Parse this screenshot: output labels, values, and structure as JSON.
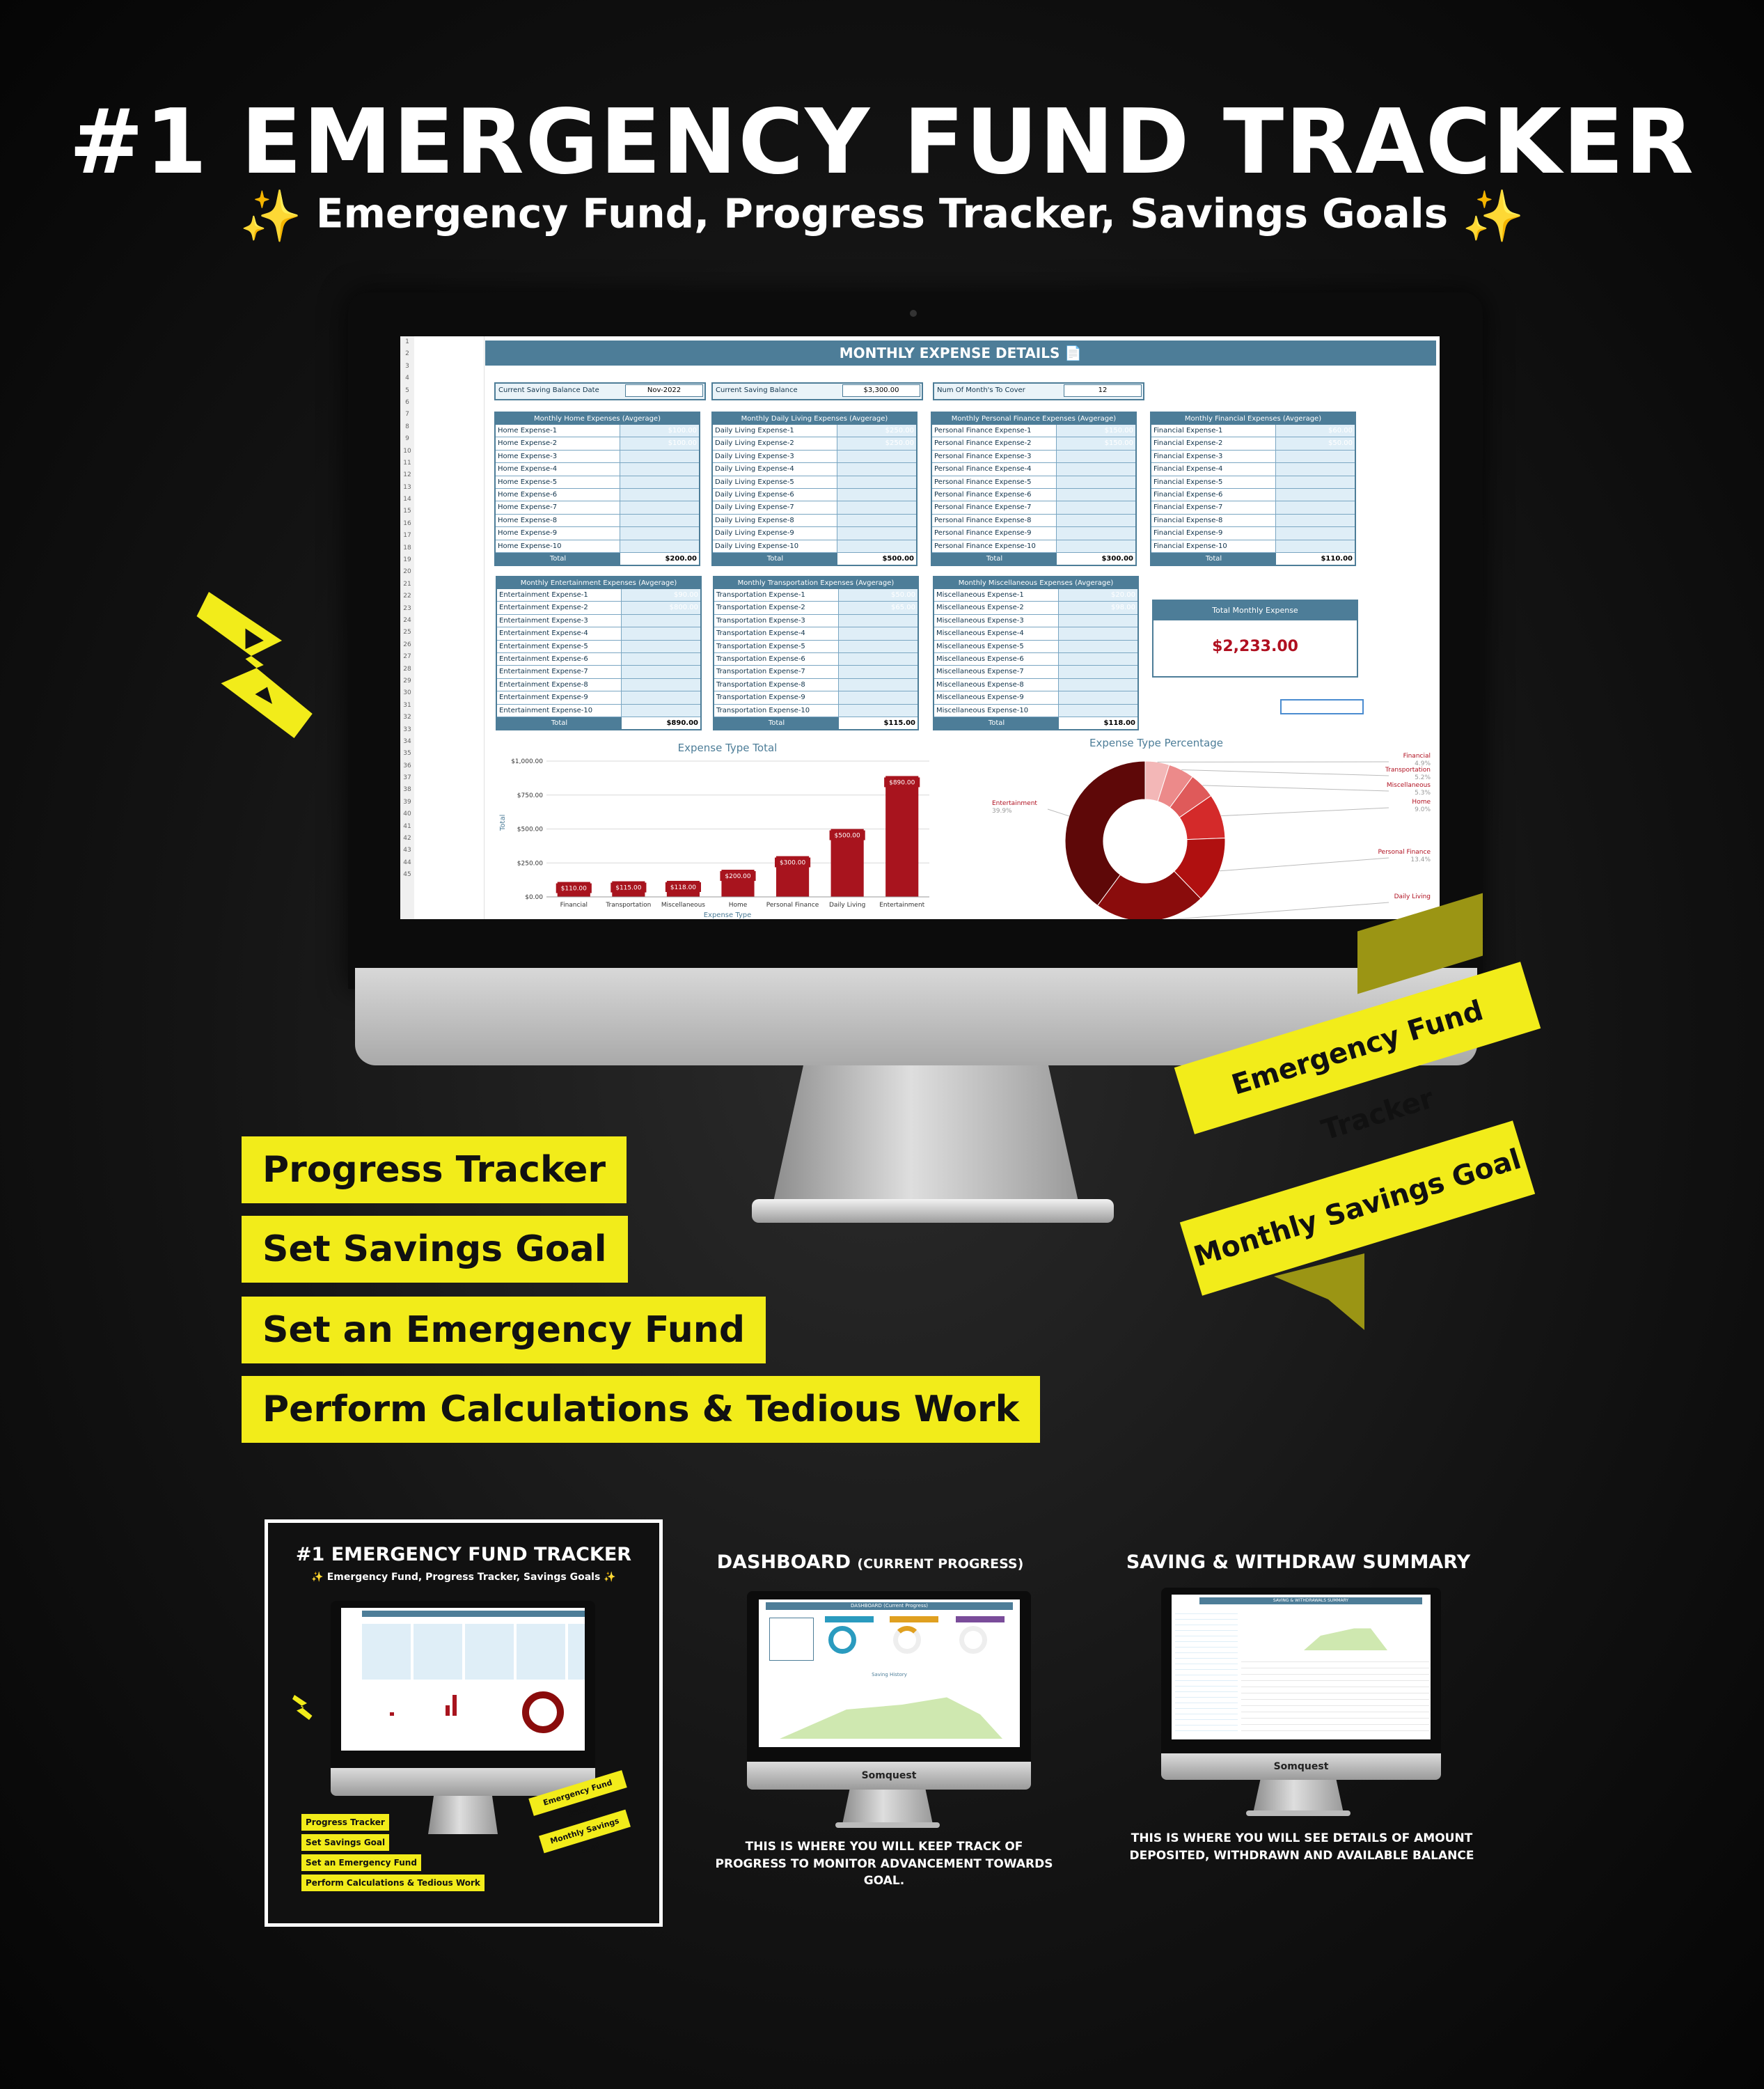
{
  "header": {
    "title": "#1 EMERGENCY FUND TRACKER",
    "subtitle": "Emergency Fund, Progress Tracker, Savings Goals",
    "sparkle": "✨"
  },
  "sheet": {
    "title": "MONTHLY EXPENSE DETAILS",
    "row_numbers": [
      "1",
      "2",
      "3",
      "4",
      "5",
      "6",
      "7",
      "8",
      "9",
      "10",
      "11",
      "12",
      "13",
      "14",
      "15",
      "16",
      "17",
      "18",
      "19",
      "20",
      "21",
      "22",
      "23",
      "24",
      "25",
      "26",
      "27",
      "28",
      "29",
      "30",
      "31",
      "32",
      "33",
      "34",
      "35",
      "36",
      "37",
      "38",
      "39",
      "40",
      "41",
      "42",
      "43",
      "44",
      "45"
    ],
    "info": {
      "saving_date_label": "Current Saving Balance Date",
      "saving_date_value": "Nov-2022",
      "saving_balance_label": "Current Saving Balance",
      "saving_balance_value": "$3,300.00",
      "months_label": "Num Of Month's To Cover",
      "months_value": "12"
    },
    "total_label": "Total",
    "tables": [
      {
        "title": "Monthly Home Expenses (Avgerage)",
        "items": [
          "Home Expense-1",
          "Home Expense-2",
          "Home Expense-3",
          "Home Expense-4",
          "Home Expense-5",
          "Home Expense-6",
          "Home Expense-7",
          "Home Expense-8",
          "Home Expense-9",
          "Home Expense-10"
        ],
        "values": [
          "$100.00",
          "$100.00",
          "",
          "",
          "",
          "",
          "",
          "",
          "",
          ""
        ],
        "total": "$200.00"
      },
      {
        "title": "Monthly Daily Living Expenses (Avgerage)",
        "items": [
          "Daily Living Expense-1",
          "Daily Living Expense-2",
          "Daily Living Expense-3",
          "Daily Living Expense-4",
          "Daily Living Expense-5",
          "Daily Living Expense-6",
          "Daily Living Expense-7",
          "Daily Living Expense-8",
          "Daily Living Expense-9",
          "Daily Living Expense-10"
        ],
        "values": [
          "$250.00",
          "$250.00",
          "",
          "",
          "",
          "",
          "",
          "",
          "",
          ""
        ],
        "total": "$500.00"
      },
      {
        "title": "Monthly Personal Finance Expenses (Avgerage)",
        "items": [
          "Personal Finance Expense-1",
          "Personal Finance Expense-2",
          "Personal Finance Expense-3",
          "Personal Finance Expense-4",
          "Personal Finance Expense-5",
          "Personal Finance Expense-6",
          "Personal Finance Expense-7",
          "Personal Finance Expense-8",
          "Personal Finance Expense-9",
          "Personal Finance Expense-10"
        ],
        "values": [
          "$150.00",
          "$150.00",
          "",
          "",
          "",
          "",
          "",
          "",
          "",
          ""
        ],
        "total": "$300.00"
      },
      {
        "title": "Monthly Financial Expenses (Avgerage)",
        "items": [
          "Financial Expense-1",
          "Financial Expense-2",
          "Financial Expense-3",
          "Financial Expense-4",
          "Financial Expense-5",
          "Financial Expense-6",
          "Financial Expense-7",
          "Financial Expense-8",
          "Financial Expense-9",
          "Financial Expense-10"
        ],
        "values": [
          "$60.00",
          "$50.00",
          "",
          "",
          "",
          "",
          "",
          "",
          "",
          ""
        ],
        "total": "$110.00"
      },
      {
        "title": "Monthly Entertainment Expenses (Avgerage)",
        "items": [
          "Entertainment Expense-1",
          "Entertainment Expense-2",
          "Entertainment Expense-3",
          "Entertainment Expense-4",
          "Entertainment Expense-5",
          "Entertainment Expense-6",
          "Entertainment Expense-7",
          "Entertainment Expense-8",
          "Entertainment Expense-9",
          "Entertainment Expense-10"
        ],
        "values": [
          "$90.00",
          "$800.00",
          "",
          "",
          "",
          "",
          "",
          "",
          "",
          ""
        ],
        "total": "$890.00"
      },
      {
        "title": "Monthly Transportation Expenses (Avgerage)",
        "items": [
          "Transportation Expense-1",
          "Transportation Expense-2",
          "Transportation Expense-3",
          "Transportation Expense-4",
          "Transportation Expense-5",
          "Transportation Expense-6",
          "Transportation Expense-7",
          "Transportation Expense-8",
          "Transportation Expense-9",
          "Transportation Expense-10"
        ],
        "values": [
          "$50.00",
          "$65.00",
          "",
          "",
          "",
          "",
          "",
          "",
          "",
          ""
        ],
        "total": "$115.00"
      },
      {
        "title": "Monthly Miscellaneous Expenses (Avgerage)",
        "items": [
          "Miscellaneous Expense-1",
          "Miscellaneous Expense-2",
          "Miscellaneous Expense-3",
          "Miscellaneous Expense-4",
          "Miscellaneous Expense-5",
          "Miscellaneous Expense-6",
          "Miscellaneous Expense-7",
          "Miscellaneous Expense-8",
          "Miscellaneous Expense-9",
          "Miscellaneous Expense-10"
        ],
        "values": [
          "$20.00",
          "$98.00",
          "",
          "",
          "",
          "",
          "",
          "",
          "",
          ""
        ],
        "total": "$118.00"
      }
    ],
    "total_monthly_label": "Total Monthly Expense",
    "total_monthly_value": "$2,233.00"
  },
  "chart_data": [
    {
      "type": "bar",
      "title": "Expense Type Total",
      "ylabel": "Total",
      "xlabel": "Expense Type",
      "categories": [
        "Financial",
        "Transportation",
        "Miscellaneous",
        "Home",
        "Personal Finance",
        "Daily Living",
        "Entertainment"
      ],
      "values": [
        110,
        115,
        118,
        200,
        300,
        500,
        890
      ],
      "data_labels": [
        "$110.00",
        "$115.00",
        "$118.00",
        "$200.00",
        "$300.00",
        "$500.00",
        "$890.00"
      ],
      "ylim": [
        0,
        1000
      ],
      "yticks": [
        "$0.00",
        "$250.00",
        "$500.00",
        "$750.00",
        "$1,000.00"
      ],
      "color": "#a8141e"
    },
    {
      "type": "pie",
      "title": "Expense Type Percentage",
      "labels": [
        "Financial",
        "Transportation",
        "Miscellaneous",
        "Home",
        "Personal Finance",
        "Daily Living",
        "Entertainment"
      ],
      "values": [
        4.9,
        5.2,
        5.3,
        9.0,
        13.4,
        22.4,
        39.9
      ],
      "label_texts": [
        "4.9%",
        "5.2%",
        "5.3%",
        "9.0%",
        "13.4%",
        "",
        "39.9%"
      ],
      "colors": [
        "#f3b7b7",
        "#ec8a8a",
        "#df5a5a",
        "#d42a2a",
        "#b01010",
        "#8a0c0c",
        "#5e0808"
      ]
    }
  ],
  "ribbons": [
    "Emergency Fund Tracker",
    "Monthly Savings Goal"
  ],
  "features": [
    "Progress Tracker",
    "Set Savings Goal",
    "Set an Emergency Fund",
    "Perform Calculations & Tedious Work"
  ],
  "bottom": {
    "thumb_title": "#1 EMERGENCY FUND TRACKER",
    "thumb_subtitle": "Emergency Fund, Progress Tracker, Savings Goals",
    "thumb_features": [
      "Progress Tracker",
      "Set Savings Goal",
      "Set an Emergency Fund",
      "Perform Calculations & Tedious Work"
    ],
    "thumb_ribbons": [
      "Emergency Fund Tracker",
      "Monthly Savings Goal"
    ],
    "dashboard_title": "DASHBOARD",
    "dashboard_title_small": "(CURRENT PROGRESS)",
    "dashboard_caption": "THIS IS WHERE YOU WILL KEEP TRACK OF PROGRESS TO MONITOR ADVANCEMENT TOWARDS GOAL.",
    "summary_title": "SAVING & WITHDRAW SUMMARY",
    "summary_caption": "THIS IS WHERE YOU WILL SEE DETAILS OF AMOUNT DEPOSITED, WITHDRAWN AND AVAILABLE BALANCE",
    "brand": "Somquest",
    "dashboard_screen_title": "DASHBOARD",
    "dashboard_screen_title_small": "(Current Progress)",
    "saving_history_label": "Saving History",
    "summary_screen_title": "SAVING & WITHDRAWALS SUMMARY"
  }
}
